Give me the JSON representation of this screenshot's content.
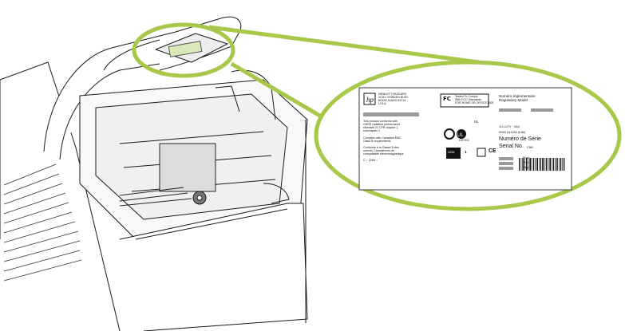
{
  "figure": {
    "highlight_color": "#a8c84a",
    "label": {
      "company_block": "HEWLETT-PACKARD\n11311 CHINDEN BLVD.\nBOISE IDAHO 83714\nU.S.A.",
      "fcc_mark": "FC",
      "fcc_text": "Tested To Comply\nWith FCC Standards\nFOR HOME OR OFFICE USE",
      "regulatory_heading": "Numéro réglementaire\nRegulatory Model",
      "cdrh_text": "This product conforms with\nCDRH radiation performance\nstandard 21 CFR chapter 1,\nsubchapter J.",
      "ices_text": "Complies with Canadian EMC\nClass B requirements.",
      "nmb_text": "Conforme à la Classe B des\nnormes Canadiennes de\ncompatibilité électromagnétique.",
      "cnc_text": "C    ⋆ CNM    ⋆",
      "electrical_1": "110-127V  ~ 6AC",
      "electrical_2": "50/60 Hz 6,8A (6,8A)",
      "serial_fr": "Numéro de Série",
      "serial_en": "Serial No.",
      "serial_prefix": "CNB",
      "product_labels": [
        "Prod",
        "Prod",
        "Regl"
      ],
      "cert_marks": [
        "UL",
        "CE",
        "NOM"
      ],
      "listed_text": "LISTED",
      "nom_code": "1"
    }
  }
}
